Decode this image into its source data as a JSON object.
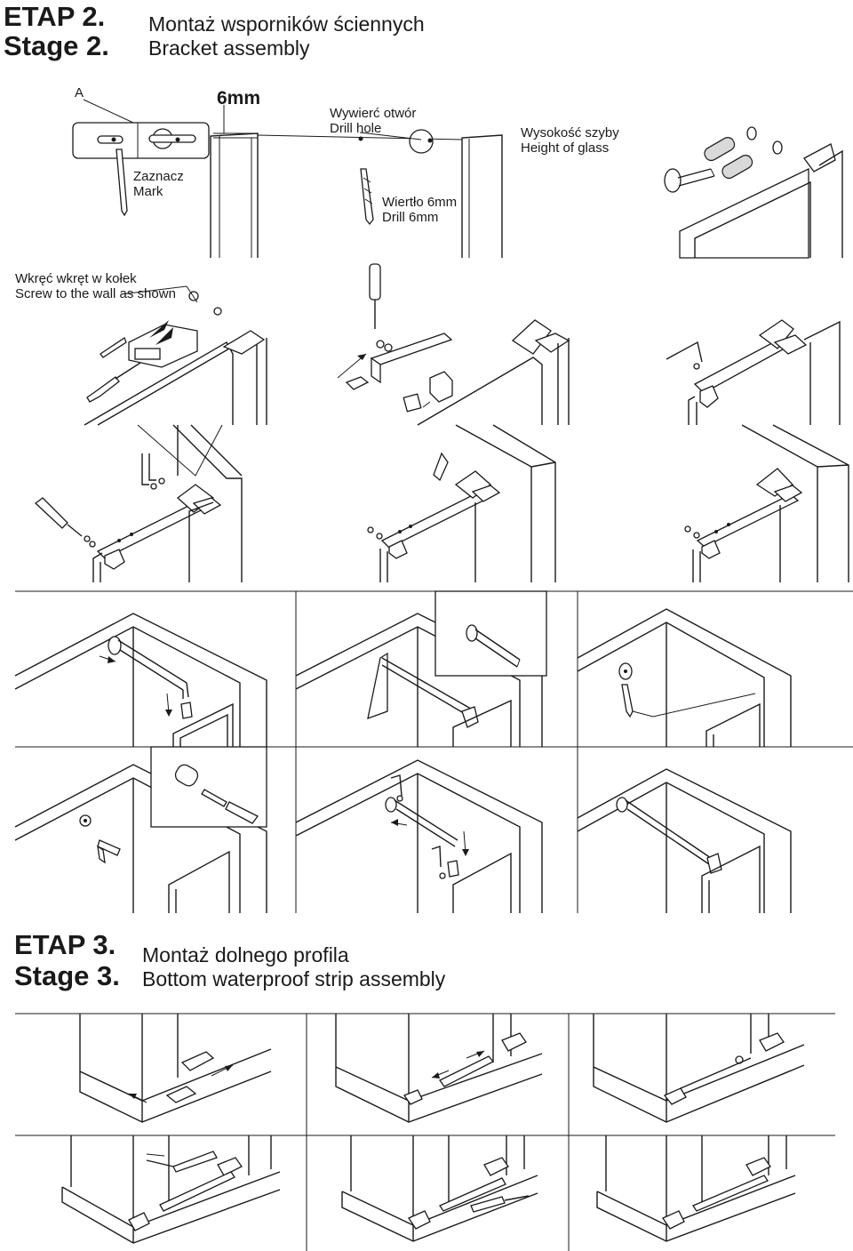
{
  "stage2": {
    "etap": "ETAP 2.",
    "stage": "Stage 2.",
    "title_pl": "Montaż wsporników ściennych",
    "title_en": "Bracket assembly"
  },
  "step1": {
    "label_a": "A",
    "gap": "6mm",
    "mark_pl": "Zaznacz",
    "mark_en": "Mark",
    "drill_hole_pl": "Wywierć otwór",
    "drill_hole_en": "Drill hole",
    "drill_bit_pl": "Wiertło 6mm",
    "drill_bit_en": "Drill 6mm",
    "height_pl": "Wysokość szyby",
    "height_en": "Height of glass"
  },
  "step2": {
    "screw_pl": "Wkręć wkręt w kołek",
    "screw_en": "Screw to the wall as shown"
  },
  "stage3": {
    "etap": "ETAP 3.",
    "stage": "Stage 3.",
    "title_pl": "Montaż dolnego profila",
    "title_en": "Bottom waterproof strip assembly"
  }
}
